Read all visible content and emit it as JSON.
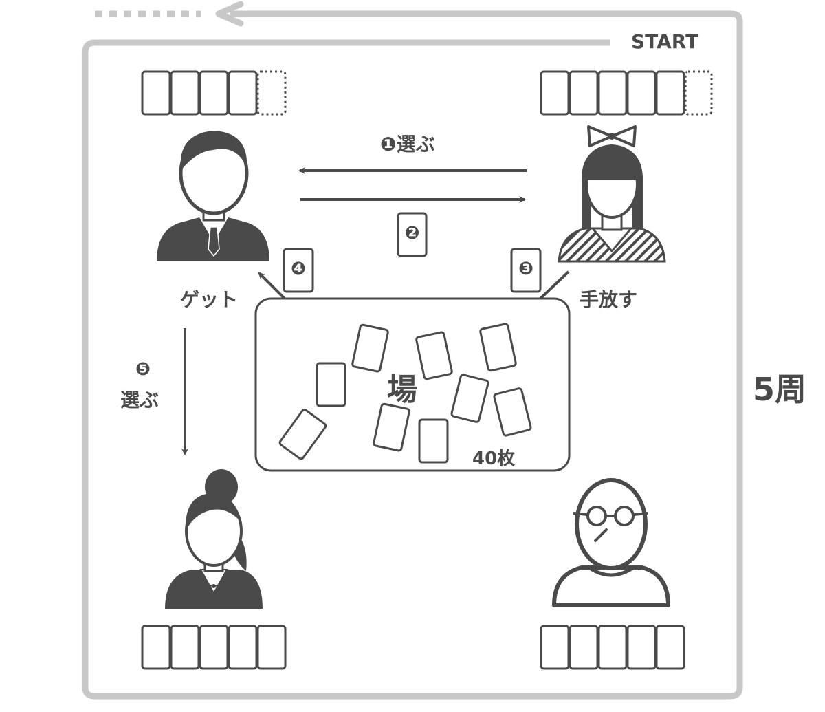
{
  "loop": {
    "start_label": "START",
    "laps_label": "5周"
  },
  "players": {
    "top_left": {
      "role": "businessman",
      "label": "ゲット",
      "hand_solid": 4,
      "hand_empty": 1
    },
    "top_right": {
      "role": "girl-with-bow",
      "label": "手放す",
      "hand_solid": 5,
      "hand_empty": 1
    },
    "bottom_left": {
      "role": "businesswoman",
      "hand_solid": 5
    },
    "bottom_right": {
      "role": "man-with-glasses",
      "hand_solid": 5
    }
  },
  "steps": {
    "s1": {
      "label": "❶選ぶ"
    },
    "s2": {
      "badge": "❷"
    },
    "s3": {
      "badge": "❸"
    },
    "s4": {
      "badge": "❹"
    },
    "s5": {
      "num": "❺",
      "label": "選ぶ"
    }
  },
  "field": {
    "title": "場",
    "count": "40枚"
  },
  "colors": {
    "ink": "#4a4a4a",
    "loop": "#c8c8c8"
  }
}
